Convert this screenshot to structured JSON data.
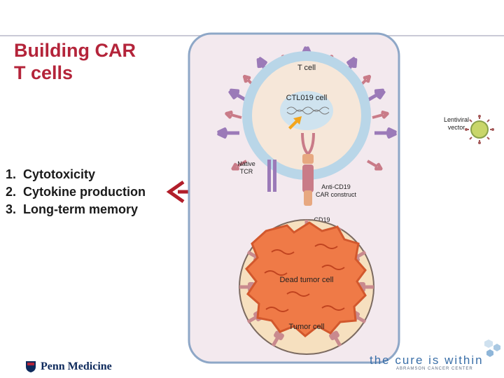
{
  "slide": {
    "title": "Building CAR\nT cells",
    "items": [
      "Cytotoxicity",
      "Cytokine production",
      "Long-term memory"
    ],
    "numbers": [
      "1.",
      "2.",
      "3."
    ]
  },
  "diagram": {
    "t_cell": "T cell",
    "ctl_cell": "CTL019 cell",
    "lentiviral": [
      "Lentiviral",
      "vector"
    ],
    "native_tcr": [
      "Native",
      "TCR"
    ],
    "anti_cd19": [
      "Anti-CD19",
      "CAR construct"
    ],
    "cd19": "CD19",
    "dead_tumor": "Dead tumor cell",
    "tumor": "Tumor cell"
  },
  "footer": {
    "penn": "Penn Medicine",
    "cure": "the cure is within",
    "cure_sub": "ABRAMSON CANCER CENTER"
  },
  "colors": {
    "title": "#b4243a",
    "arrow": "#b11e2a",
    "panel": "#f3e9ee",
    "panel_border": "#8ea7c7",
    "tcell_ring": "#b9d6e8",
    "tumor": "#ef7a47",
    "receptor_purple": "#9b7ab8",
    "receptor_pink": "#c97b88"
  }
}
